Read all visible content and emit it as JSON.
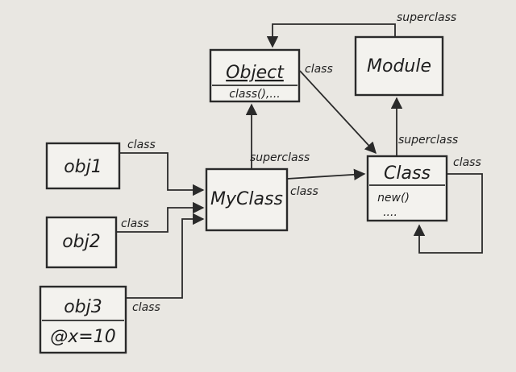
{
  "nodes": {
    "object": {
      "name": "Object",
      "method": "class(),..."
    },
    "module": {
      "name": "Module"
    },
    "obj1": {
      "name": "obj1"
    },
    "obj2": {
      "name": "obj2"
    },
    "obj3": {
      "name": "obj3",
      "ivar": "@x=10"
    },
    "myclass": {
      "name": "MyClass"
    },
    "class": {
      "name": "Class",
      "method": "new()",
      "more": "...."
    }
  },
  "edges": {
    "obj1_class": "class",
    "obj2_class": "class",
    "obj3_class": "class",
    "myclass_class": "class",
    "myclass_superclass": "superclass",
    "object_class": "class",
    "class_superclass": "superclass",
    "module_superclass": "superclass",
    "class_class": "class"
  }
}
